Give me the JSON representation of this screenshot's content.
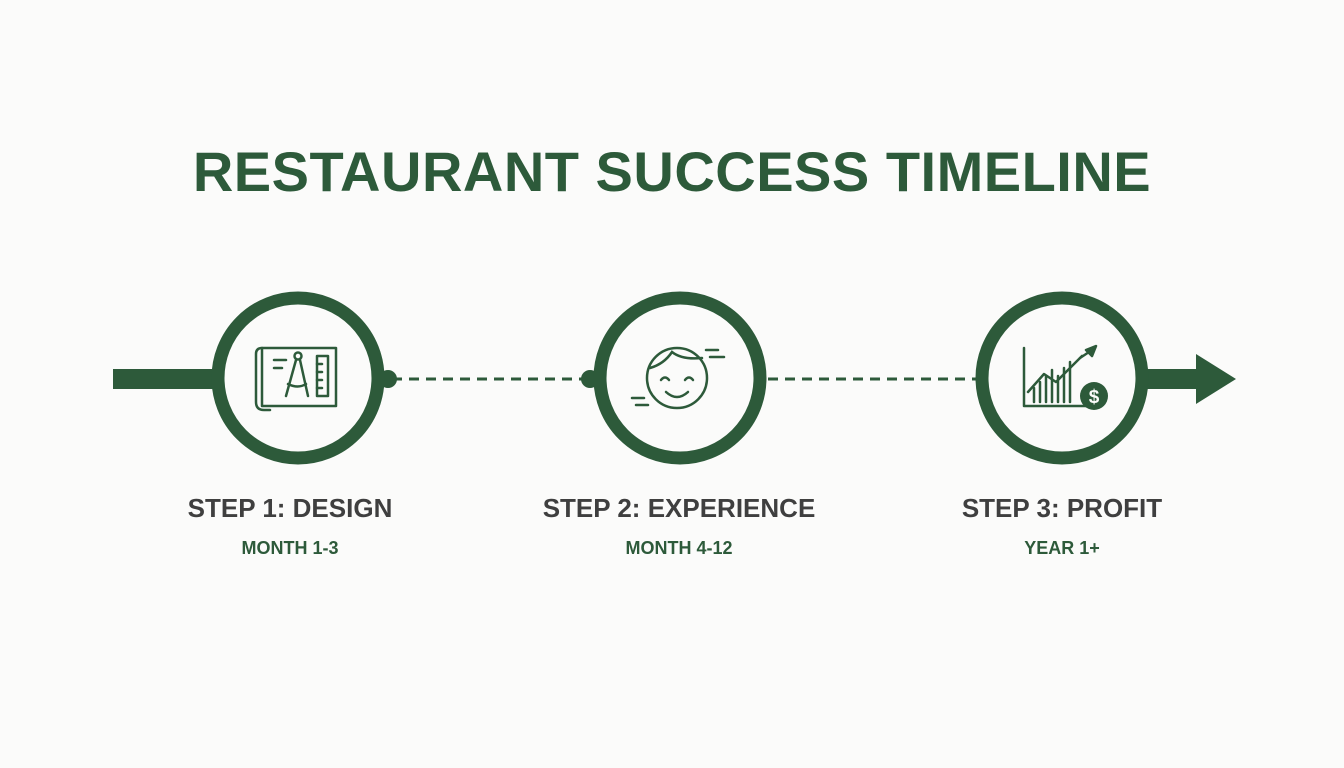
{
  "title": "RESTAURANT SUCCESS TIMELINE",
  "colors": {
    "accent": "#2d5a3a",
    "step_text": "#3f3f3f",
    "background": "#fbfbfa"
  },
  "steps": [
    {
      "label": "STEP 1: DESIGN",
      "period": "MONTH 1-3",
      "icon": "blueprint-compass-icon"
    },
    {
      "label": "STEP 2: EXPERIENCE",
      "period": "MONTH 4-12",
      "icon": "smiling-face-icon"
    },
    {
      "label": "STEP 3: PROFIT",
      "period": "YEAR 1+",
      "icon": "growth-chart-dollar-icon"
    }
  ]
}
